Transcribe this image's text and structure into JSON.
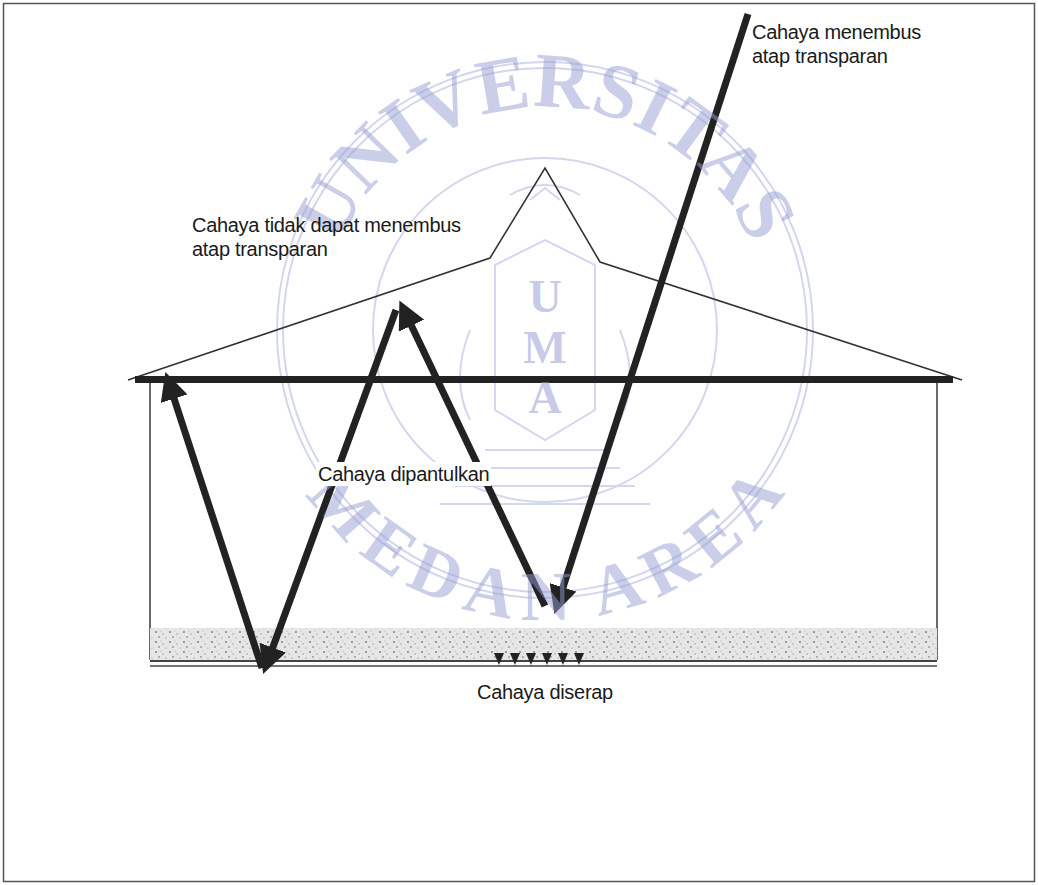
{
  "diagram": {
    "labels": [
      "Cahaya tidak dapat menembus atap transparan",
      "Cahaya menembus atap transparan",
      "Cahaya dipantulkan",
      "Cahaya diserap",
      "UNIVERSITAS",
      "UMA",
      "MEDAN AREA"
    ]
  }
}
